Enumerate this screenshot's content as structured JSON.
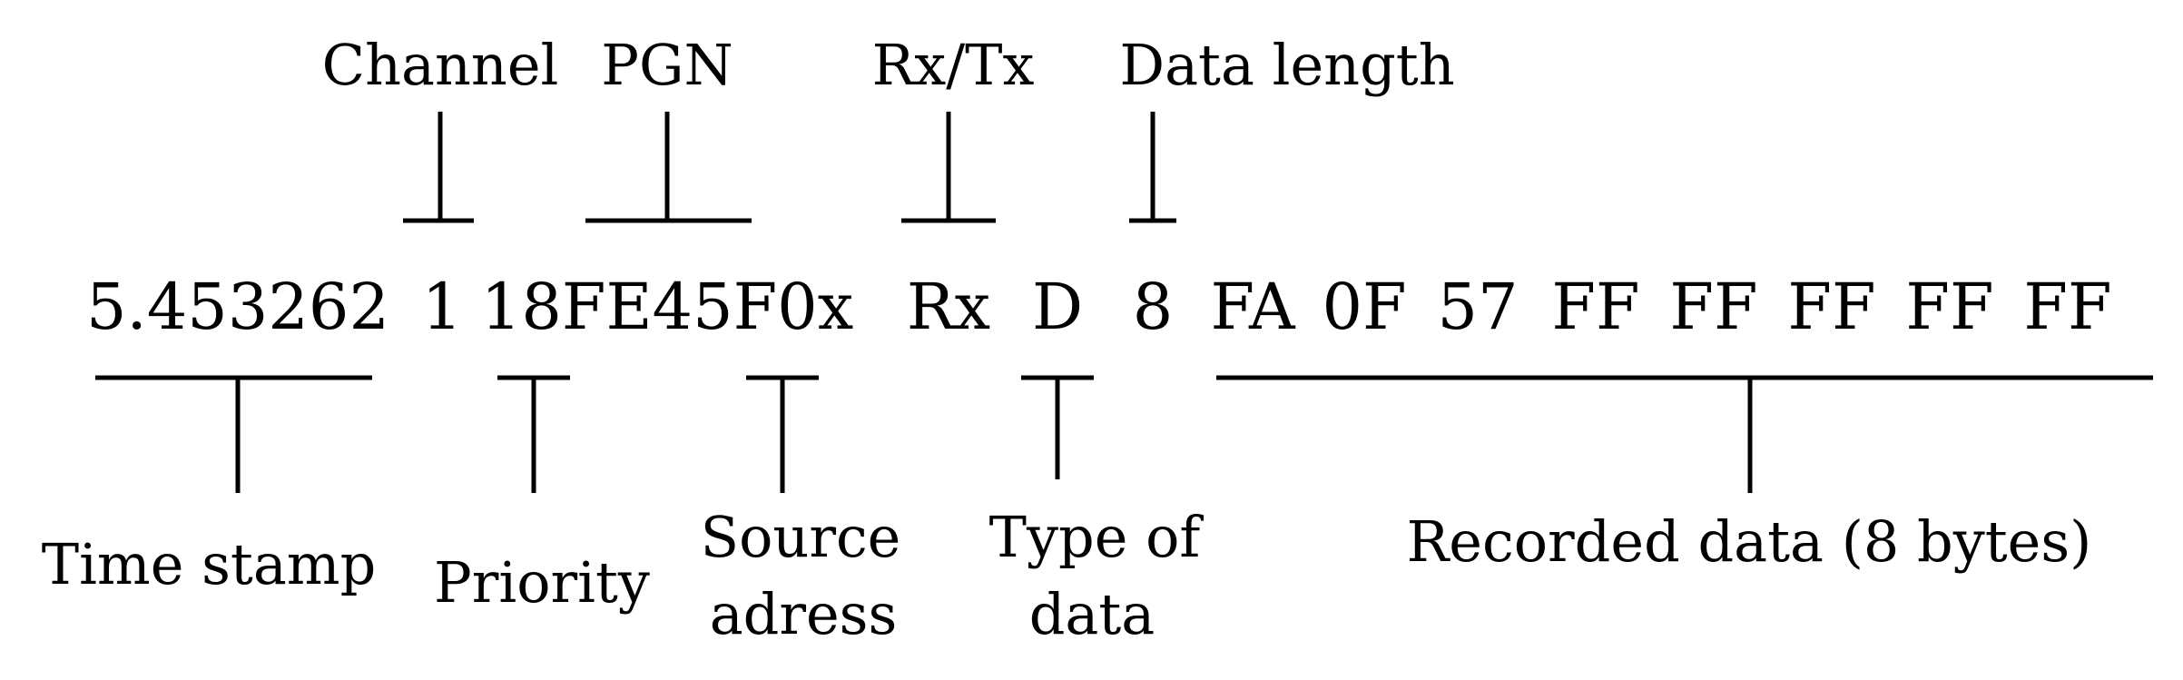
{
  "message": {
    "timestamp": "5.453262",
    "channel": "1",
    "pgn_id": "18FE45F0x",
    "direction": "Rx",
    "type": "D",
    "length": "8",
    "bytes": [
      "FA",
      "0F",
      "57",
      "FF",
      "FF",
      "FF",
      "FF",
      "FF"
    ]
  },
  "labels": {
    "channel": "Channel",
    "pgn": "PGN",
    "rx_tx": "Rx/Tx",
    "data_length": "Data length",
    "time_stamp": "Time stamp",
    "priority": "Priority",
    "source_line1": "Source",
    "source_line2": "adress",
    "type_line1": "Type of",
    "type_line2": "data",
    "recorded_data": "Recorded data (8 bytes)"
  },
  "colors": {
    "ink": "#000000",
    "background": "#ffffff"
  }
}
